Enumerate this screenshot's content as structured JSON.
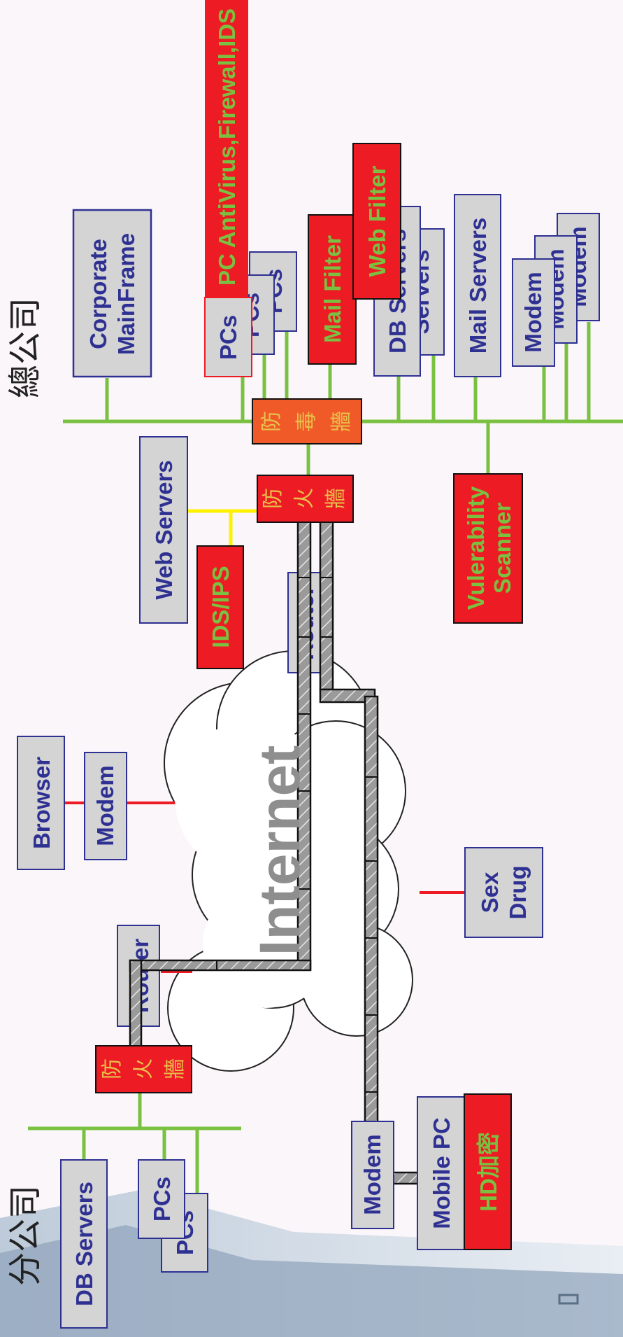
{
  "labels": {
    "hq": "總公司",
    "branch": "分公司",
    "internet": "Internet"
  },
  "hq": {
    "mainframe": [
      "Corporate",
      "MainFrame"
    ],
    "pcs": "PCs",
    "pcs_stack_1": "PCs",
    "pcs_stack_2": "PCs",
    "pc_security": "PC AntiVirus,Firewall,IDS",
    "mail_filter": "Mail Filter",
    "db_servers": "DB Servers",
    "servers": "Servers",
    "web_filter": "Web Filter",
    "mail_servers": "Mail Servers",
    "modem_1": "Modem",
    "modem_2": "Modem",
    "modem_3": "Modem",
    "antivirus_wall": [
      "防",
      "毒",
      "牆"
    ],
    "firewall": [
      "防",
      "火",
      "牆"
    ],
    "web_servers": "Web Servers",
    "ids_ips": "IDS/IPS",
    "router": "Router",
    "scanner": [
      "Vulerability",
      "Scanner"
    ]
  },
  "remote": {
    "browser": "Browser",
    "modem": "Modem",
    "sex_drug": [
      "Sex",
      "Drug"
    ],
    "mobile_pc": "Mobile PC",
    "hd_encrypt": "HD加密",
    "mobile_modem": "Modem"
  },
  "branch": {
    "router": "Router",
    "firewall": [
      "防",
      "火",
      "牆"
    ],
    "db_servers": "DB Servers",
    "pcs_1": "PCs",
    "pcs_2": "PCs"
  },
  "colors": {
    "lan_line": "#7ac142",
    "box_fill": "#d4d4d4",
    "box_border": "#2e3192",
    "red_fill": "#ed1c24",
    "dmz_line": "#fff200",
    "dial_line": "#ed1c24"
  }
}
